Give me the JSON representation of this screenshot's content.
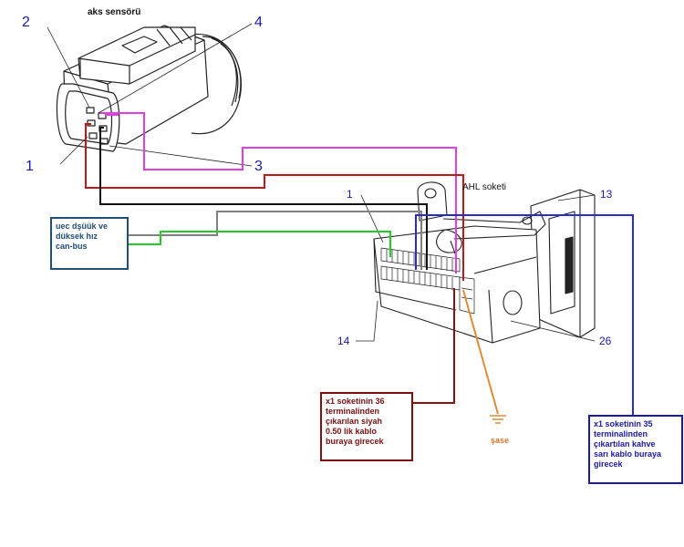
{
  "sensor": {
    "title": "aks sensörü",
    "pins": {
      "p1": "1",
      "p2": "2",
      "p3": "3",
      "p4": "4"
    }
  },
  "socket": {
    "title": "AHL soketi",
    "pins": {
      "p1": "1",
      "p13": "13",
      "p14": "14",
      "p26": "26"
    }
  },
  "notes": {
    "can_bus": "uec dşüük ve\ndüksek hız\ncan-bus",
    "black_wire": "x1 soketinin 36\nterminalinden\nçıkarılan siyah\n0.50 lik kablo\nburaya girecek",
    "brown_wire": "x1 soketinin 35\nterminalinden\nçıkartılan kahve\nsarı kablo buraya\ngirecek",
    "ground": "şase"
  },
  "colors": {
    "magenta_wire": "#e040e0",
    "red_wire": "#c01818",
    "black_wire": "#111111",
    "gray_wire": "#808080",
    "green_wire": "#22cc22",
    "blue_wire": "#2a2ad0",
    "darkred_wire": "#8a1010",
    "orange_wire": "#e08a3a"
  }
}
